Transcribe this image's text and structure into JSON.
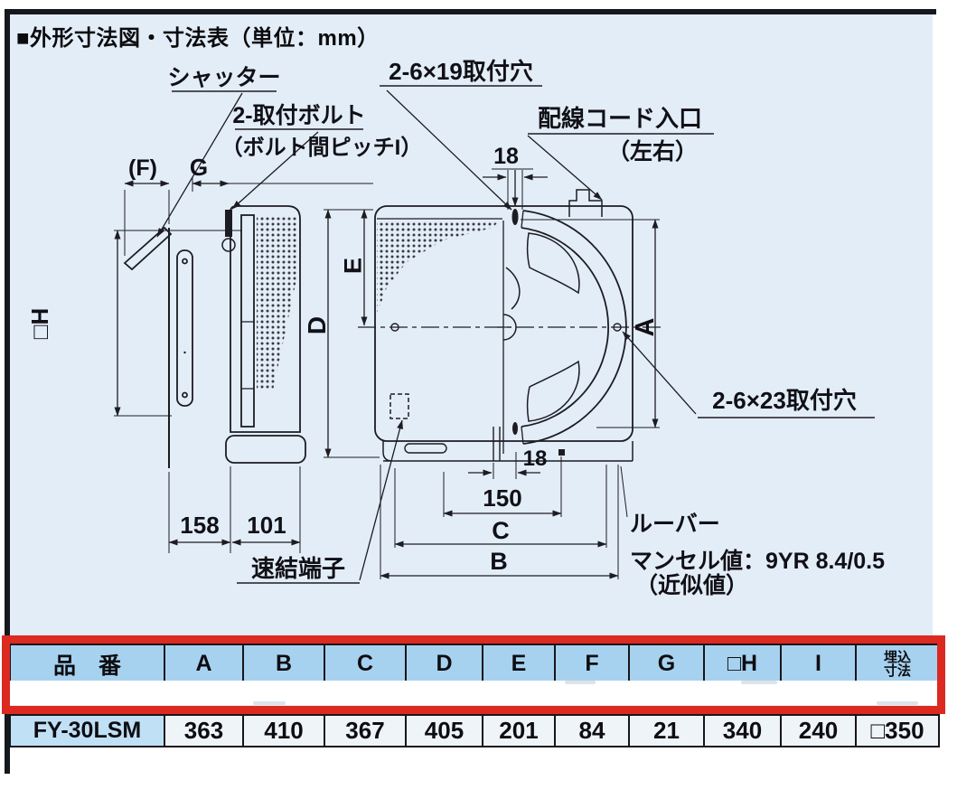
{
  "drawing": {
    "title": "■外形寸法図・寸法表（単位：mm）",
    "labels": {
      "shutter": "シャッター",
      "mount_bolt": "2-取付ボルト",
      "bolt_pitch": "（ボルト間ピッチI）",
      "hole_19": "2-6×19取付穴",
      "cord_entry": "配線コード入口",
      "cord_entry_lr": "（左右）",
      "hole_23": "2-6×23取付穴",
      "quick_terminal": "速結端子",
      "louver": "ルーバー",
      "munsell": "マンセル値：9YR 8.4/0.5",
      "approx": "（近似値）",
      "dim_f": "(F)",
      "dim_g": "G",
      "dim_h": "□H",
      "dim_e": "E",
      "dim_d": "D",
      "dim_a": "A",
      "dim_b": "B",
      "dim_c": "C",
      "dim_18_top": "18",
      "dim_18_bottom": "18",
      "dim_150": "150",
      "dim_158": "158",
      "dim_101": "101"
    },
    "colors": {
      "background": "#e3edf8",
      "line": "#1c1c22",
      "highlight_red": "#dc2a20",
      "header_blue": "#a7d2ef",
      "model_cell_blue": "#c0e0f5"
    }
  },
  "table": {
    "header": {
      "model_col": "品　番",
      "cols": [
        "A",
        "B",
        "C",
        "D",
        "E",
        "F",
        "G",
        "□H",
        "I"
      ],
      "embed_line1": "埋込",
      "embed_line2": "寸法"
    },
    "row": {
      "model": "FY-30LSM",
      "values": [
        "363",
        "410",
        "367",
        "405",
        "201",
        "84",
        "21",
        "340",
        "240",
        "□350"
      ]
    }
  }
}
